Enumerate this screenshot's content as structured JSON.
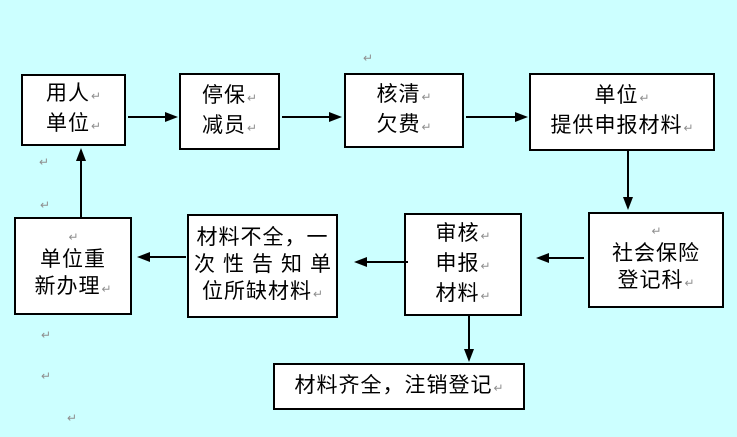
{
  "diagram": {
    "background": "#ccffff",
    "box_fill": "#ffffff",
    "box_border": "#000000",
    "mark_color": "#8f8f8f",
    "pilcrow": "↵",
    "boxes": {
      "employer": {
        "lines": [
          "用人",
          "单位"
        ]
      },
      "stop_insurance": {
        "lines": [
          "停保",
          "减员"
        ]
      },
      "verify_arrears": {
        "lines": [
          "核清",
          "欠费"
        ]
      },
      "unit_materials": {
        "lines": [
          "单位",
          "提供申报材料"
        ]
      },
      "unit_redo": {
        "lines": [
          "单位重",
          "新办理"
        ]
      },
      "incomplete_notice": {
        "lines": [
          "材料不全，一",
          "次性告知单",
          "位所缺材料"
        ]
      },
      "review_materials": {
        "lines": [
          "审核",
          "申报",
          "材料"
        ]
      },
      "registration_dept": {
        "lines": [
          "社会保险",
          "登记科"
        ]
      },
      "complete_cancel": {
        "lines": [
          "材料齐全，注销登记"
        ]
      }
    }
  }
}
